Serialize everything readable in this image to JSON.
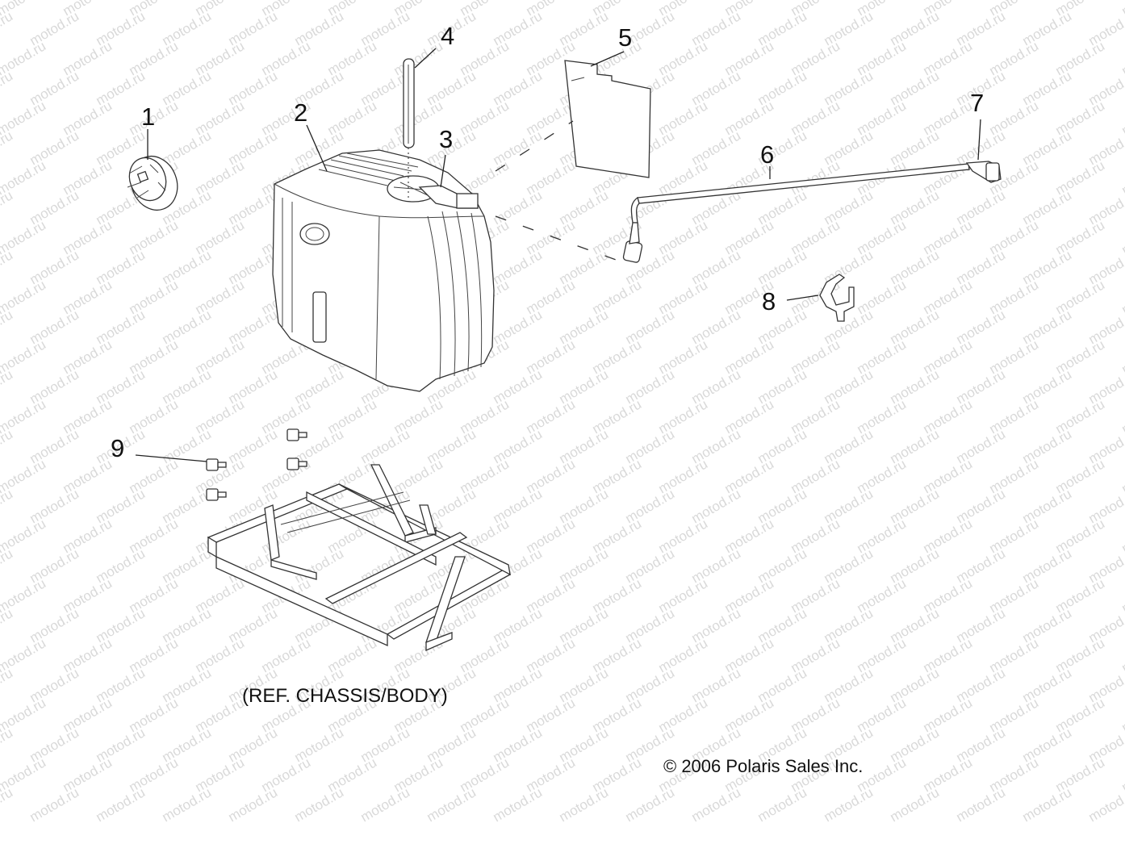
{
  "watermark": "motod.ru",
  "callouts": [
    {
      "id": "1",
      "label": "1"
    },
    {
      "id": "2",
      "label": "2"
    },
    {
      "id": "3",
      "label": "3"
    },
    {
      "id": "4",
      "label": "4"
    },
    {
      "id": "5",
      "label": "5"
    },
    {
      "id": "6",
      "label": "6"
    },
    {
      "id": "7",
      "label": "7"
    },
    {
      "id": "8",
      "label": "8"
    },
    {
      "id": "9",
      "label": "9"
    }
  ],
  "reference_note": "(REF. CHASSIS/BODY)",
  "copyright": "© 2006 Polaris Sales Inc."
}
